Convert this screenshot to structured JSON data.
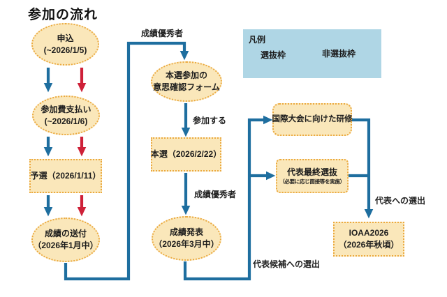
{
  "title": "参加の流れ",
  "colors": {
    "selection_arrow_blue": "#1E6E9F",
    "non_selection_arrow_red": "#CE2038",
    "node_fill": "#FAE7BA",
    "node_border": "#EBA93F",
    "legend_background": "#AFD6E5"
  },
  "legend": {
    "title": "凡例",
    "selection_label": "選抜枠",
    "non_selection_label": "非選抜枠"
  },
  "nodes": {
    "apply": {
      "line1": "申込",
      "line2": "(~2026/1/5)"
    },
    "fee_payment": {
      "line1": "参加費支払い",
      "line2": "(~2026/1/6)"
    },
    "qualifier": {
      "line1": "予選（2026/1/11）"
    },
    "score_delivery": {
      "line1": "成績の送付",
      "line2": "（2026年1月中）"
    },
    "intent_form": {
      "line1": "本選参加の",
      "line2": "意思確認フォーム"
    },
    "final_round": {
      "line1": "本選（2026/2/22）"
    },
    "results_announcement": {
      "line1": "成績発表",
      "line2": "（2026年3月中）"
    },
    "training": {
      "line1": "国際大会に向けた研修"
    },
    "final_selection": {
      "line1": "代表最終選抜",
      "line2": "（必要に応じ面接等を実施）"
    },
    "ioaa2026": {
      "line1": "IOAA2026",
      "line2": "（2026年秋頃）"
    }
  },
  "edge_labels": {
    "top_performers_1": "成績優秀者",
    "participate": "参加する",
    "top_performers_2": "成績優秀者",
    "candidate_selection": "代表候補への選出",
    "representative_selection": "代表への選出"
  }
}
